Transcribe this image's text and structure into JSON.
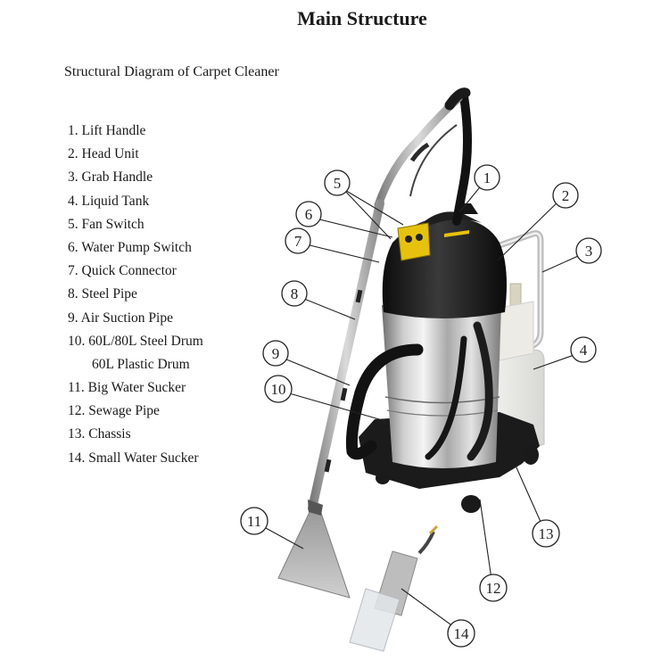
{
  "title": "Main Structure",
  "subtitle": "Structural Diagram of Carpet Cleaner",
  "parts": [
    "1. Lift Handle",
    "2. Head Unit",
    "3. Grab Handle",
    "4. Liquid Tank",
    "5. Fan Switch",
    "6. Water Pump Switch",
    "7. Quick Connector",
    "8. Steel Pipe",
    "9. Air Suction Pipe",
    "10. 60L/80L Steel Drum",
    "60L Plastic Drum",
    "11. Big Water Sucker",
    "12. Sewage Pipe",
    "13. Chassis",
    "14. Small Water Sucker"
  ],
  "callouts": [
    "1",
    "2",
    "3",
    "4",
    "5",
    "6",
    "7",
    "8",
    "9",
    "10",
    "11",
    "12",
    "13",
    "14"
  ]
}
